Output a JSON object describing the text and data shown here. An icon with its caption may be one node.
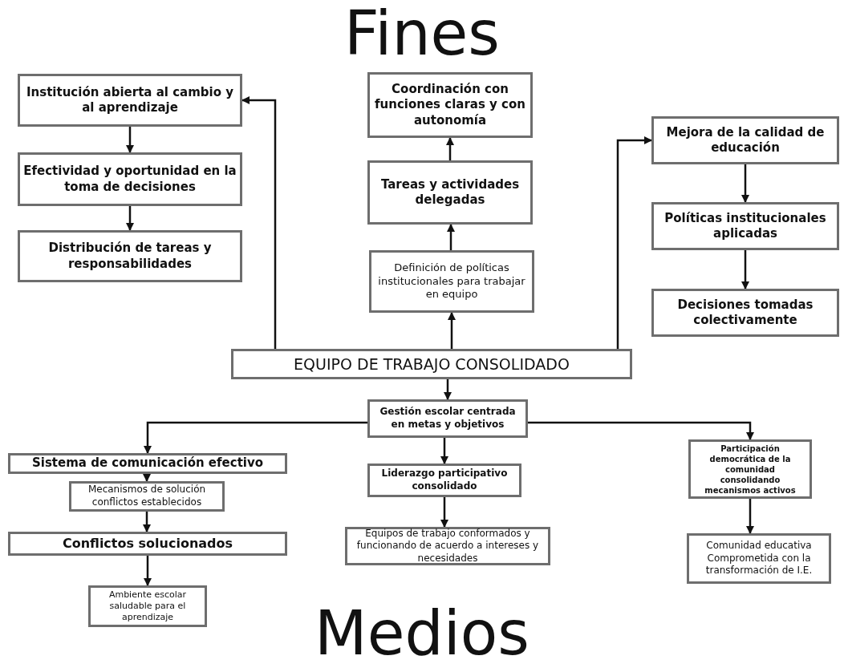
{
  "diagram": {
    "title": "Fines",
    "caption": "Medios",
    "nodes": [
      {
        "text": [
          "Institución abierta al cambio y al aprendizaje"
        ]
      },
      {
        "text": [
          "Efectividad y oportunidad en la toma de decisiones"
        ]
      },
      {
        "text": [
          "Distribución de tareas y responsabilidades"
        ]
      },
      {
        "text": [
          "Coordinación con funciones claras y con autonomía"
        ]
      },
      {
        "text": [
          "Tareas y actividades delegadas"
        ]
      },
      {
        "text": [
          "Definición de políticas institucionales para trabajar en equipo"
        ]
      },
      {
        "text": [
          "Mejora de la calidad de educación"
        ]
      },
      {
        "text": [
          "Políticas institucionales aplicadas"
        ]
      },
      {
        "text": [
          "Decisiones tomadas colectivamente"
        ]
      },
      {
        "text": [
          "EQUIPO DE TRABAJO CONSOLIDADO"
        ]
      },
      {
        "text": [
          "Gestión escolar centrada en metas y objetivos"
        ]
      },
      {
        "text": [
          "Sistema de comunicación efectivo"
        ]
      },
      {
        "text": [
          "Mecanismos de solución conflictos establecidos"
        ]
      },
      {
        "text": [
          "Conflictos solucionados"
        ]
      },
      {
        "text": [
          "Ambiente escolar saludable para el aprendizaje"
        ]
      },
      {
        "text": [
          "Liderazgo participativo consolidado"
        ]
      },
      {
        "text": [
          "Equipos de trabajo conformados y funcionando de acuerdo a intereses y necesidades"
        ]
      },
      {
        "text": [
          "Participación democrática de la comunidad consolidando mecanismos activos"
        ]
      },
      {
        "text": [
          "Comunidad educativa Comprometida con la transformación de I.E."
        ]
      }
    ],
    "edges": [
      {
        "from": 9,
        "to": 0,
        "arrow": "to"
      },
      {
        "from": 0,
        "to": 1,
        "arrow": "to"
      },
      {
        "from": 1,
        "to": 2,
        "arrow": "to"
      },
      {
        "from": 9,
        "to": 5,
        "arrow": "to"
      },
      {
        "from": 5,
        "to": 4,
        "arrow": "to"
      },
      {
        "from": 4,
        "to": 3,
        "arrow": "to"
      },
      {
        "from": 9,
        "to": 6,
        "arrow": "to"
      },
      {
        "from": 6,
        "to": 7,
        "arrow": "to"
      },
      {
        "from": 7,
        "to": 8,
        "arrow": "to"
      },
      {
        "from": 9,
        "to": 10,
        "arrow": "to"
      },
      {
        "from": 10,
        "to": 11,
        "arrow": "to"
      },
      {
        "from": 11,
        "to": 12,
        "arrow": "to"
      },
      {
        "from": 12,
        "to": 13,
        "arrow": "to"
      },
      {
        "from": 13,
        "to": 14,
        "arrow": "to"
      },
      {
        "from": 10,
        "to": 15,
        "arrow": "to"
      },
      {
        "from": 15,
        "to": 16,
        "arrow": "to"
      },
      {
        "from": 10,
        "to": 17,
        "arrow": "to"
      },
      {
        "from": 17,
        "to": 18,
        "arrow": "to"
      }
    ]
  }
}
